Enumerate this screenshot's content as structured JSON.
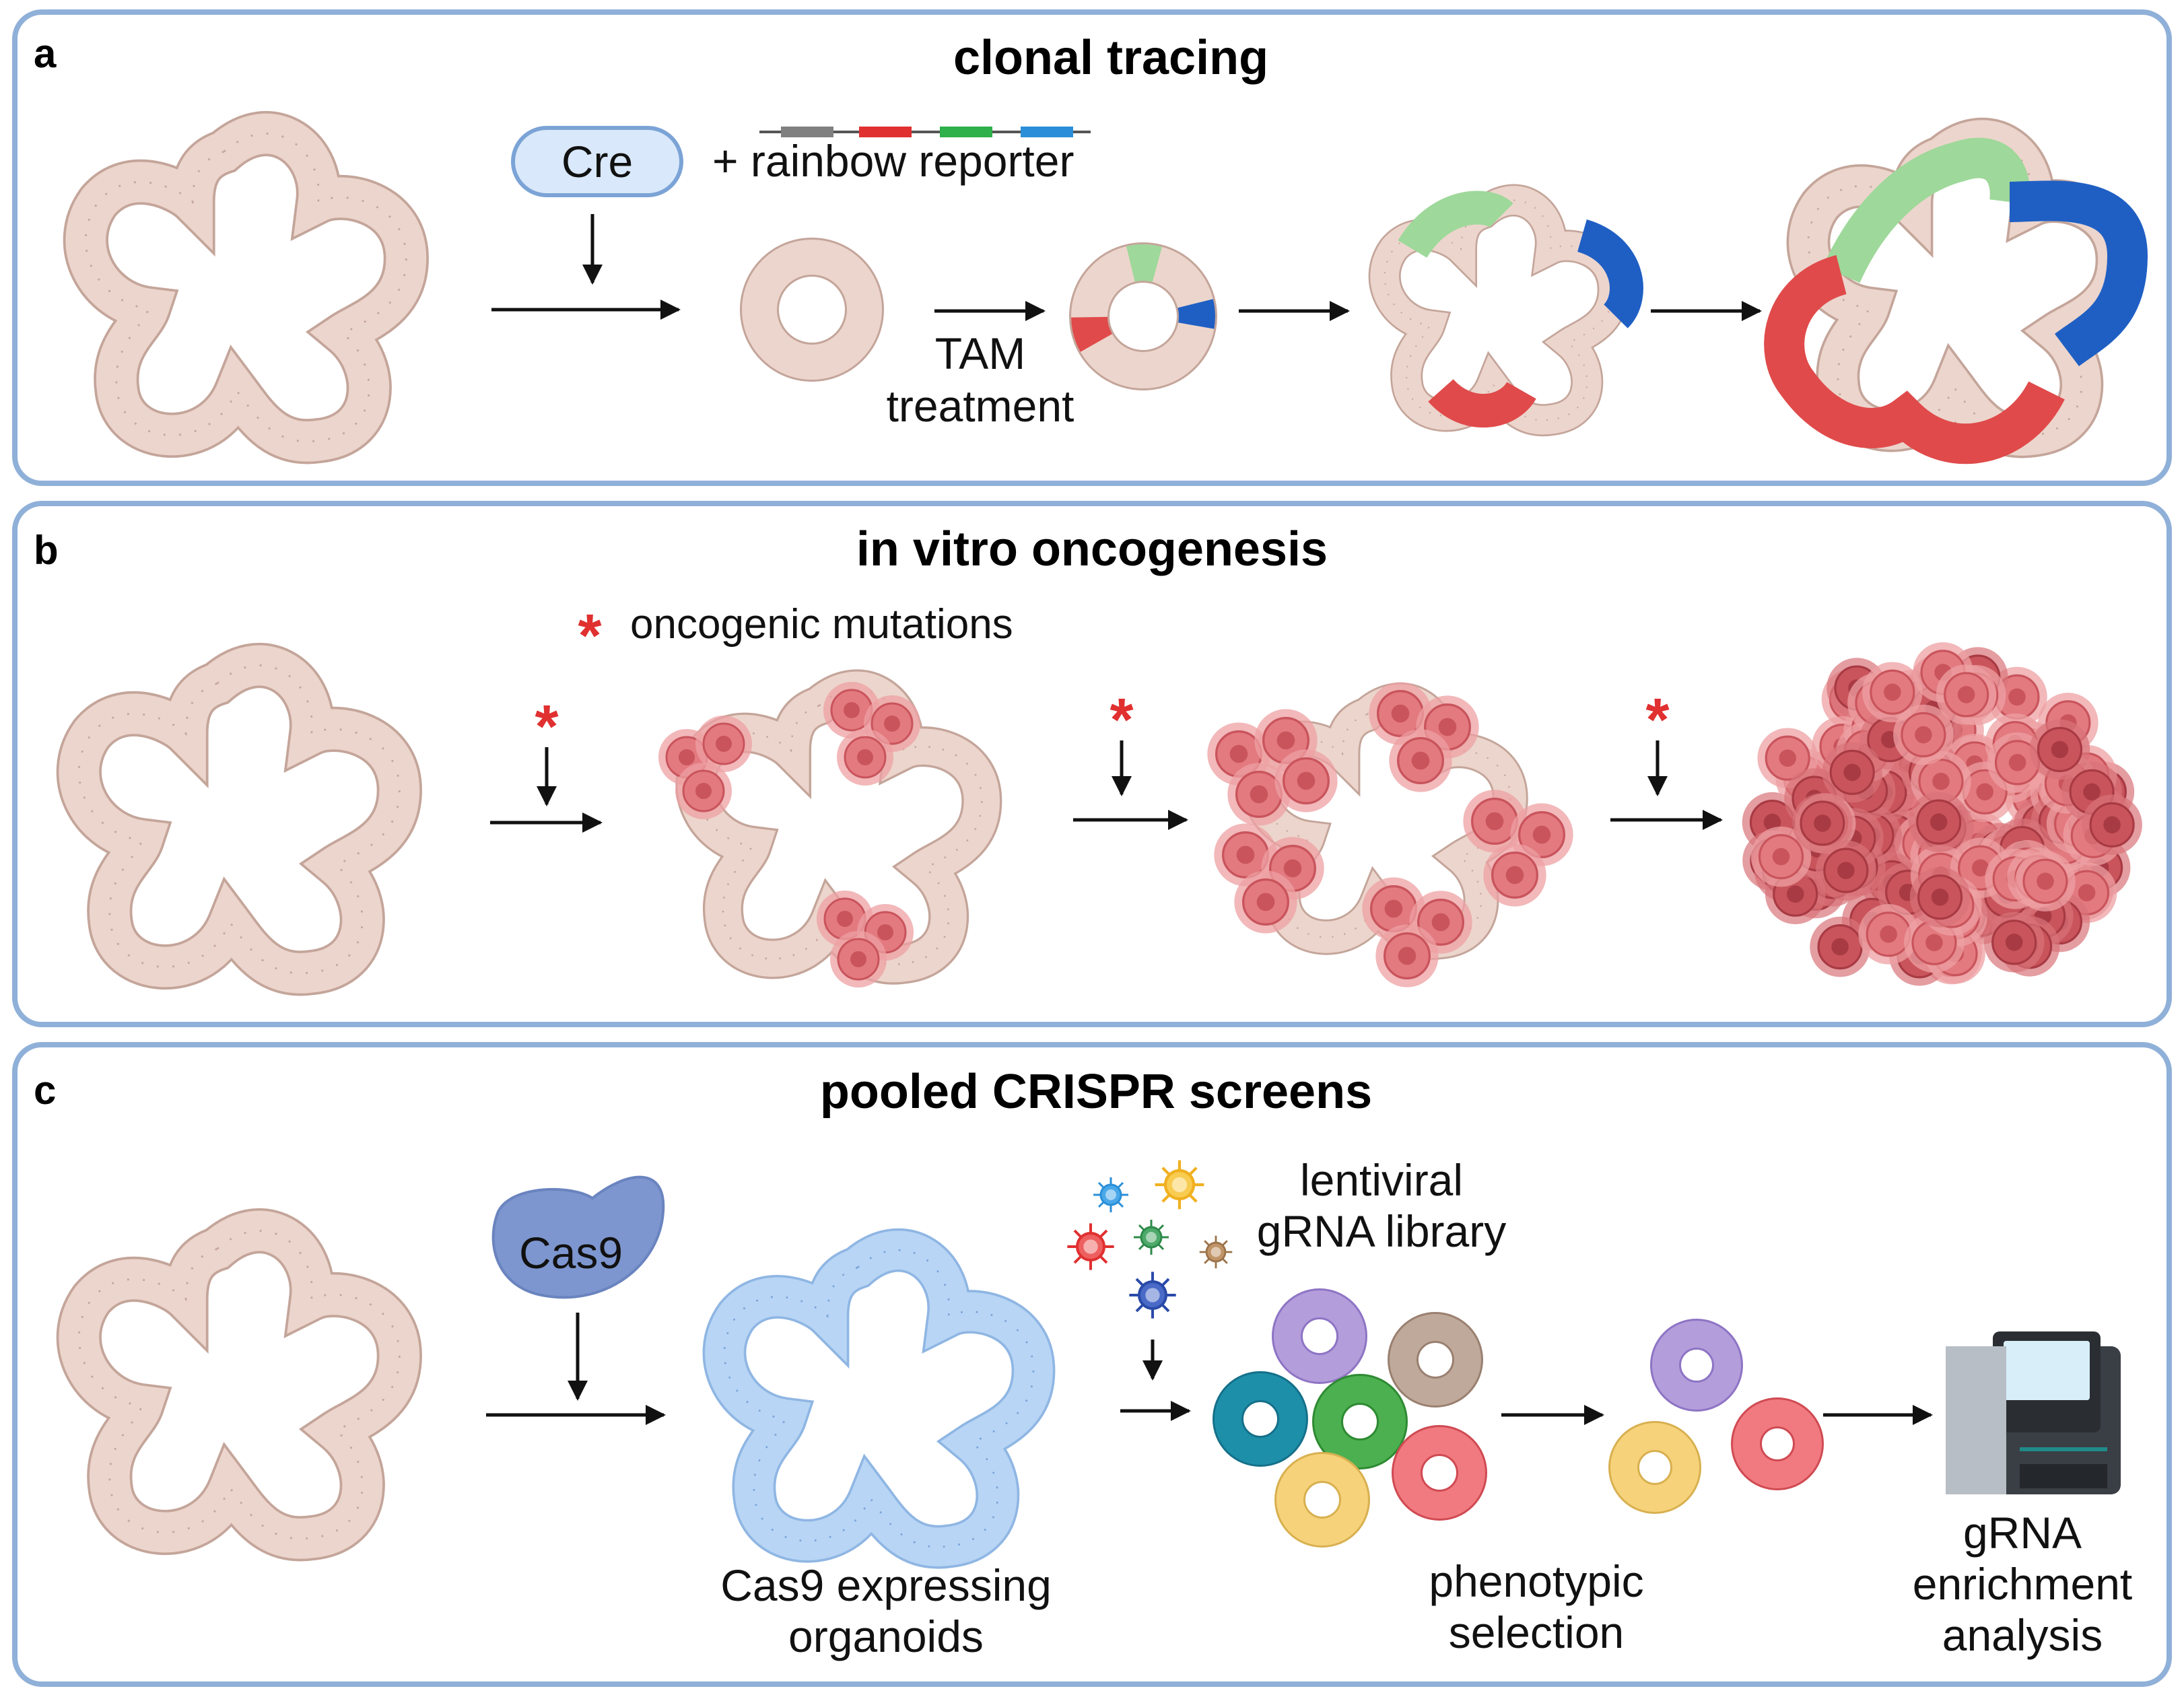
{
  "panels": {
    "a": {
      "letter": "a",
      "title": "clonal tracing",
      "cre": "Cre",
      "reporter": "+ rainbow reporter",
      "tam_line1": "TAM",
      "tam_line2": "treatment"
    },
    "b": {
      "letter": "b",
      "title": "in vitro oncogenesis",
      "legend_symbol": "*",
      "legend_text": "oncogenic mutations"
    },
    "c": {
      "letter": "c",
      "title": "pooled CRISPR screens",
      "cas9": "Cas9",
      "organoids_line1": "Cas9 expressing",
      "organoids_line2": "organoids",
      "library_line1": "lentiviral",
      "library_line2": "gRNA library",
      "selection_line1": "phenotypic",
      "selection_line2": "selection",
      "analysis_line1": "gRNA",
      "analysis_line2": "enrichment",
      "analysis_line3": "analysis"
    }
  },
  "colors": {
    "panel_border": "#8fb0d8",
    "epithelium": "#ecd5cc",
    "cell_line": "#c4a59a",
    "clone_green": "#9ed89a",
    "clone_red": "#e04a4a",
    "clone_blue": "#1f5fc4",
    "tumor": "#e8858a",
    "tumor_dark": "#c7505a",
    "cas9": "#7d96cf",
    "organoid_blue": "#b8d5f5",
    "mutation_star": "#e03030"
  },
  "icons": [
    "organoid-icon",
    "cre-pill-icon",
    "dna-reporter-icon",
    "arrow-icon",
    "virus-icon",
    "cas9-protein-icon",
    "sequencer-icon",
    "tumor-cluster-icon"
  ]
}
